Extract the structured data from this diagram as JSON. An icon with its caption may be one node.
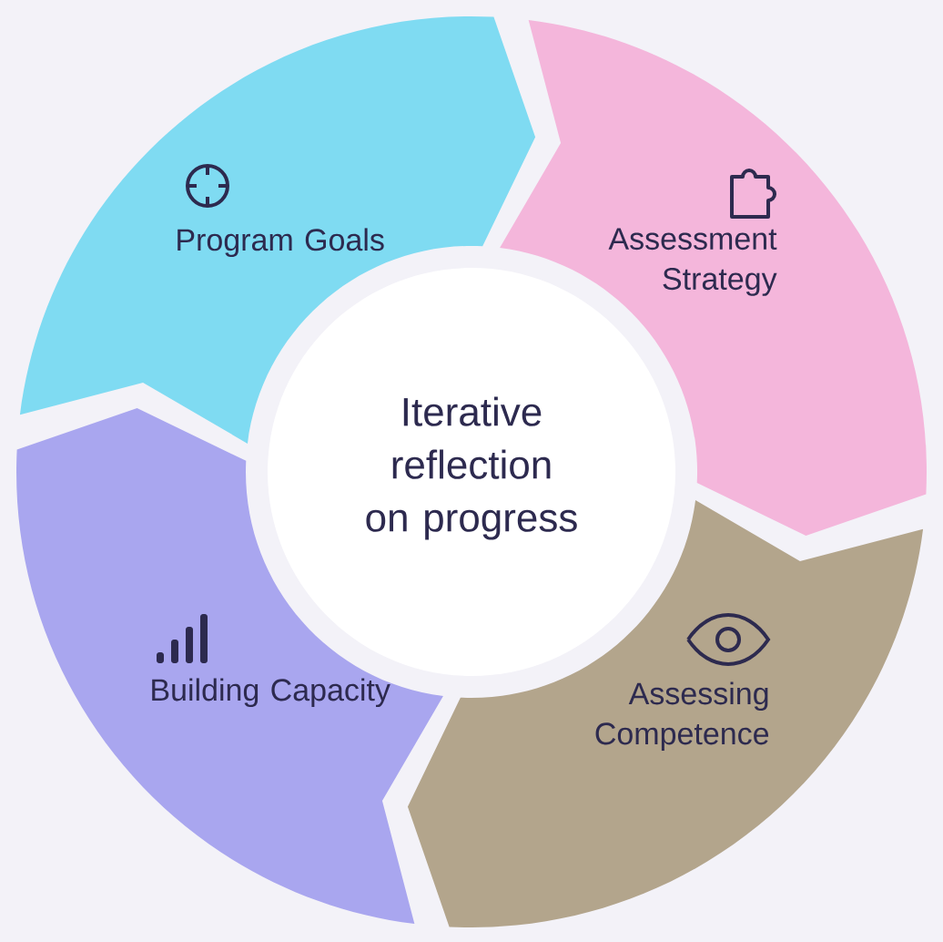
{
  "diagram": {
    "nodes": [
      {
        "text": [
          "Program Goals"
        ]
      },
      {
        "text": [
          "Assessment Strategy"
        ]
      },
      {
        "text": [
          "Assessing Competence"
        ]
      },
      {
        "text": [
          "Building Capacity"
        ]
      },
      {
        "text": [
          "Iterative reflection on progress"
        ]
      }
    ]
  }
}
